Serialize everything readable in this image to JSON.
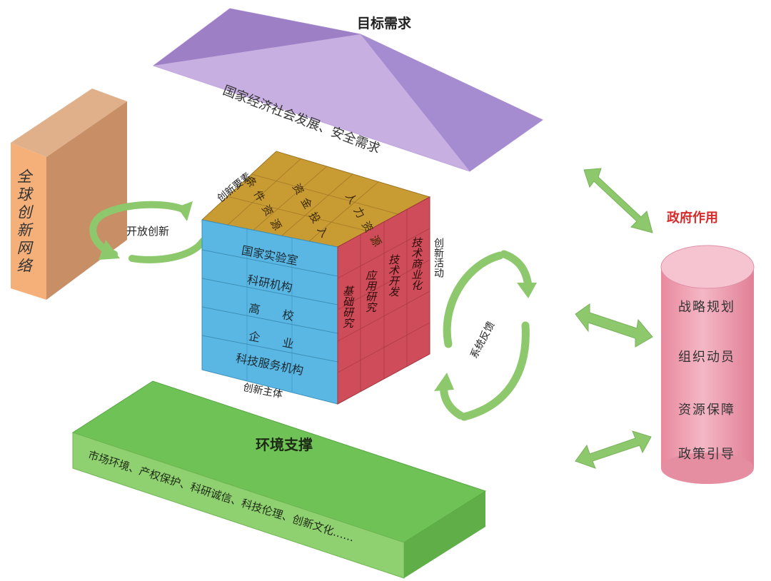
{
  "goal": {
    "title": "目标需求",
    "text": "国家经济社会发展、安全需求"
  },
  "global_network": {
    "text": "全球创新网络"
  },
  "open_innovation": {
    "text": "开放创新"
  },
  "cube": {
    "top_label": "创新要素",
    "top_items": [
      "条件资源",
      "资金投入",
      "人力资源"
    ],
    "front_items": [
      "国家实验室",
      "科研机构",
      "高　　校",
      "企　　业",
      "科技服务机构"
    ],
    "bottom_label": "创新主体",
    "side_items": [
      "基础研究",
      "应用研究",
      "技术开发",
      "技术商业化"
    ],
    "side_label": "创新活动"
  },
  "feedback": {
    "text": "系统反馈"
  },
  "environment": {
    "title": "环境支撑",
    "text": "市场环境、产权保护、科研诚信、科技伦理、创新文化……"
  },
  "government": {
    "title": "政府作用",
    "items": [
      "战略规划",
      "组织动员",
      "资源保障",
      "政策引导"
    ]
  },
  "colors": {
    "purple_light": "#c7aee0",
    "purple_dark": "#a285cc",
    "orange_front": "#f4b27d",
    "orange_side": "#d39a74",
    "cube_top": "#c99b33",
    "cube_front": "#5ab7e3",
    "cube_side": "#cf4d5a",
    "green_top": "#72c45a",
    "green_front": "#8fd170",
    "pink_body": "#ec9eb0",
    "pink_top": "#f6c4d1",
    "arrow_green": "#8dc86d",
    "gov_title": "#d52b2b"
  }
}
